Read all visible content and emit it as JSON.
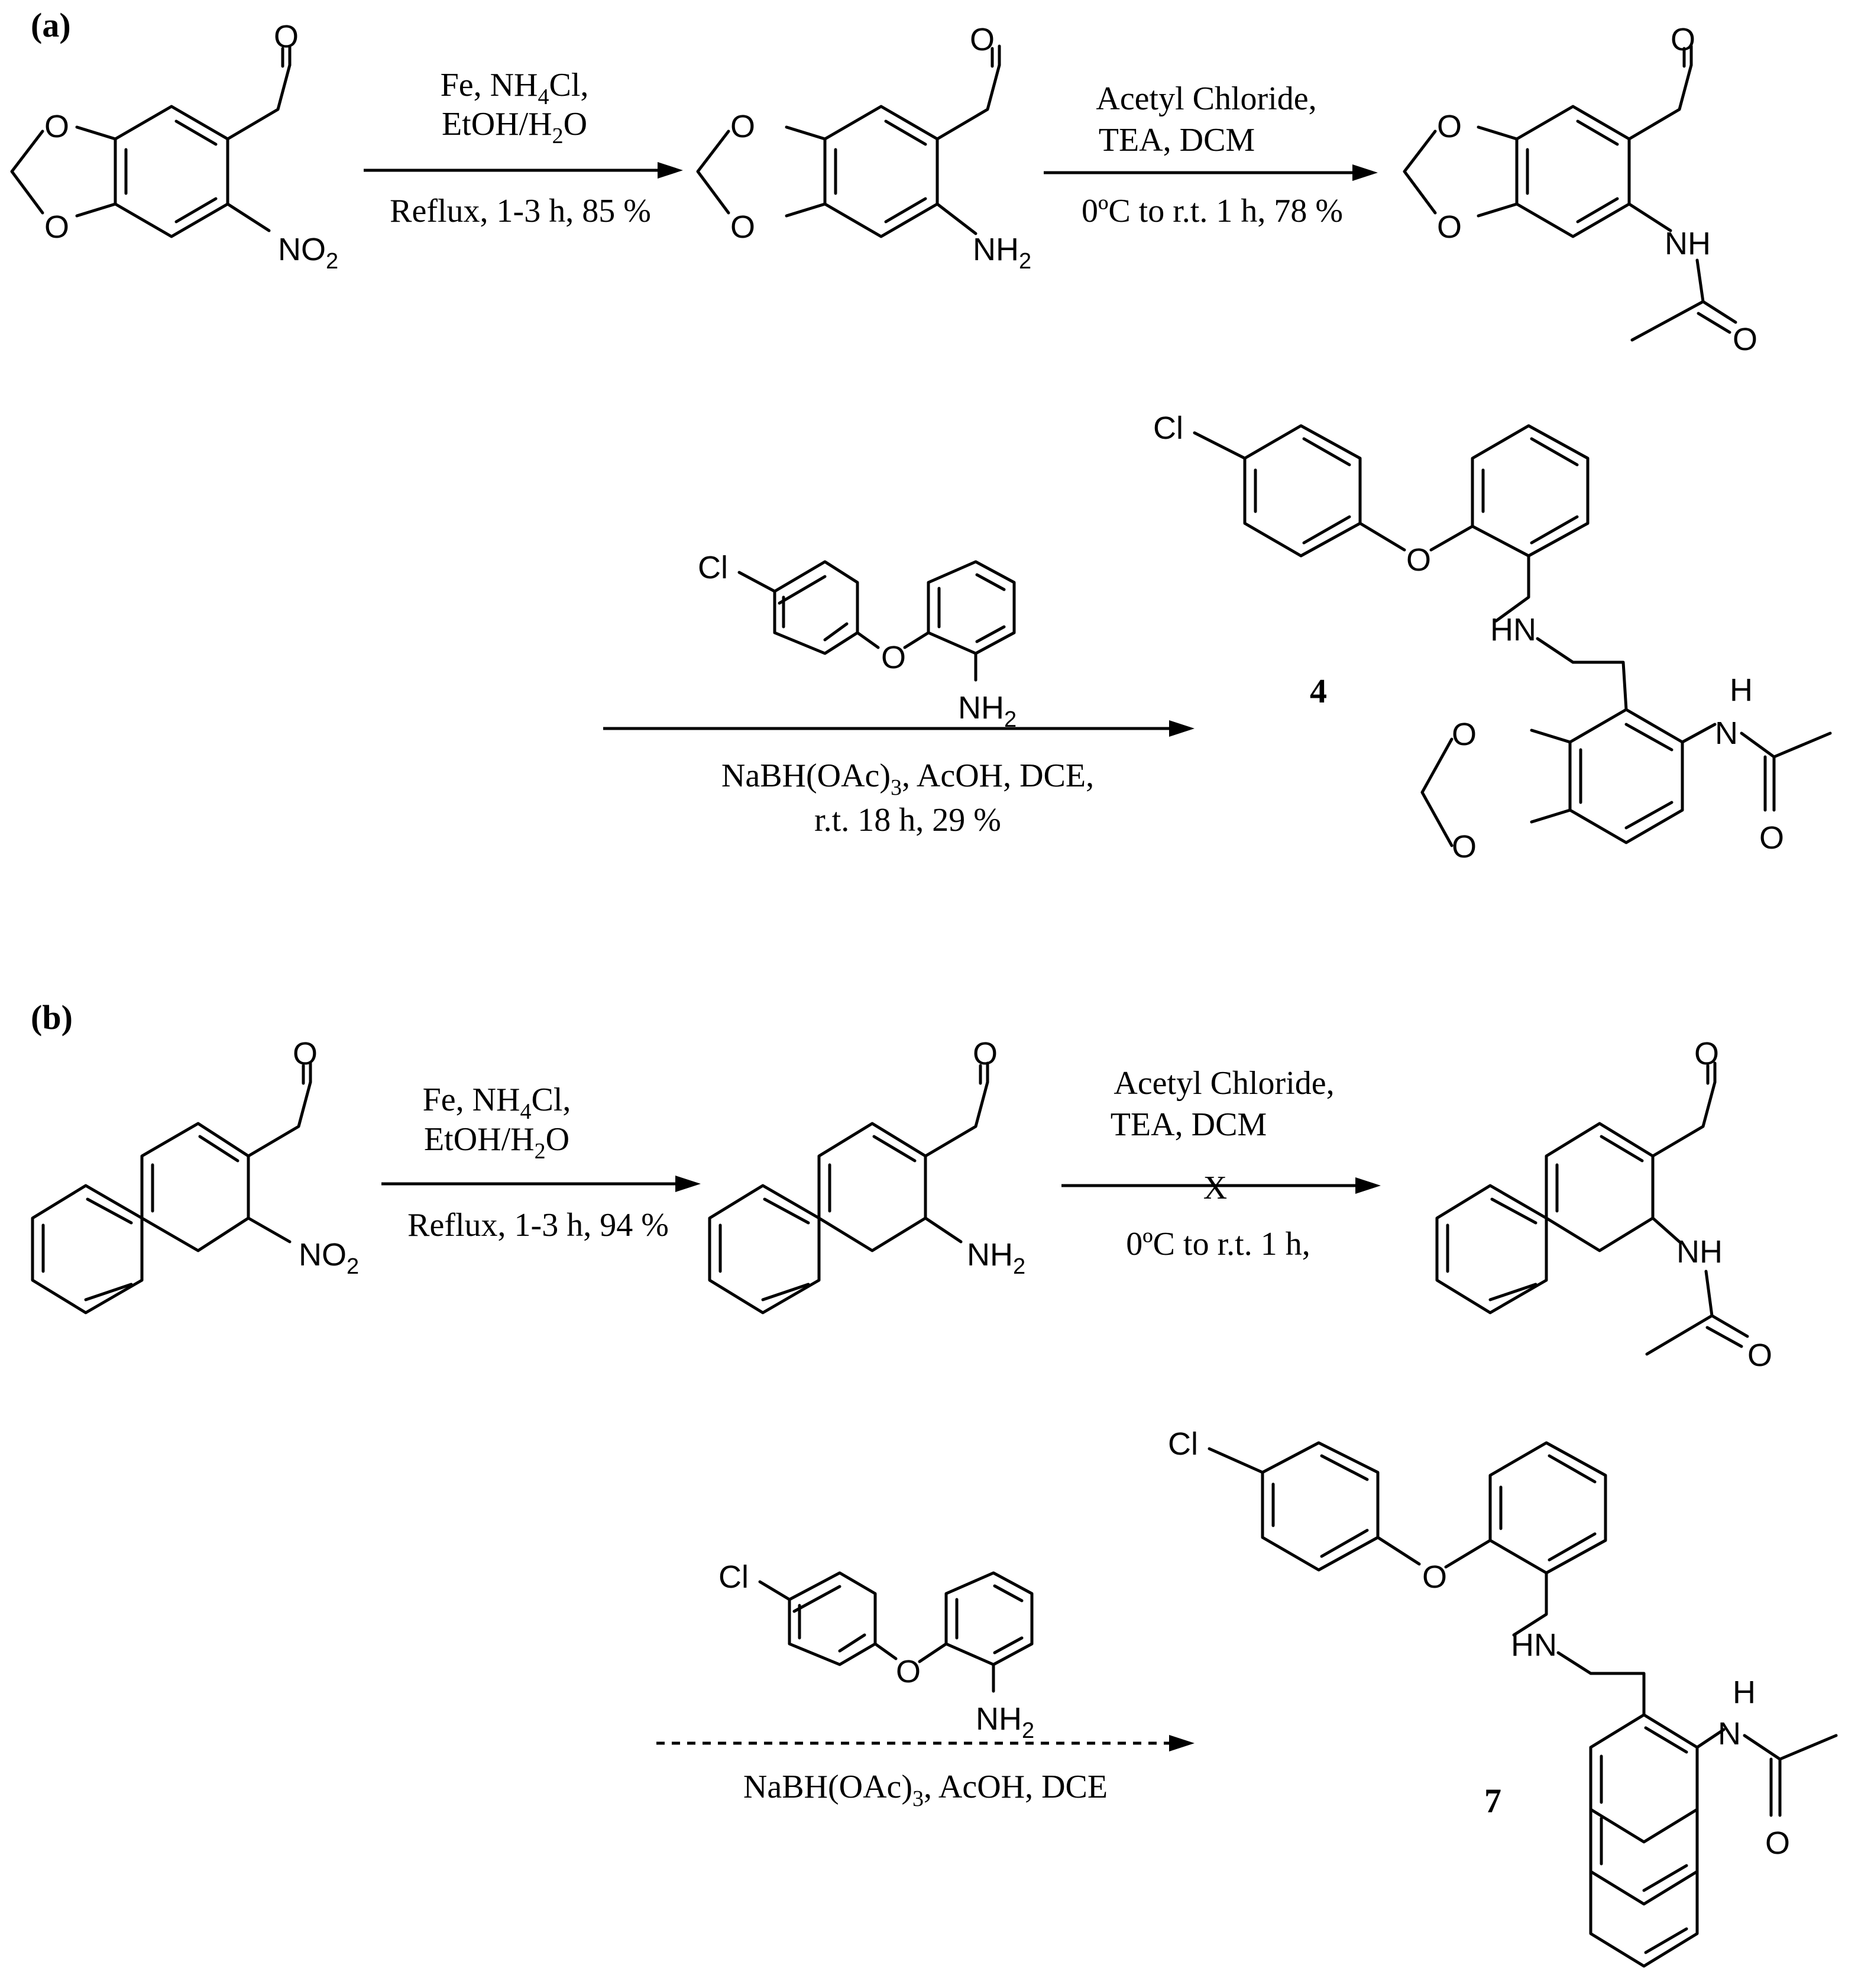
{
  "panel_a": {
    "label": "(a)",
    "step1": {
      "line1": "Fe, NH",
      "line1_sub": "4",
      "line1_end": "Cl,",
      "line2": "EtOH/H",
      "line2_sub": "2",
      "line2_end": "O",
      "below": "Reflux, 1-3 h, 85 %"
    },
    "step2": {
      "line1": "Acetyl  Chloride,",
      "line2": "TEA, DCM",
      "below": "0ºC to r.t. 1 h, 78 %"
    },
    "step3": {
      "reagent_Cl": "Cl",
      "reagent_O": "O",
      "reagent_NH": "NH",
      "reagent_NH_sub": "2",
      "below1": "NaBH(OAc)",
      "below1_sub": "3",
      "below1_end": ", AcOH, DCE,",
      "below2": "r.t. 18 h, 29 %"
    },
    "compound_number": "4"
  },
  "panel_b": {
    "label": "(b)",
    "step1": {
      "line1": "Fe, NH",
      "line1_sub": "4",
      "line1_end": "Cl,",
      "line2": "EtOH/H",
      "line2_sub": "2",
      "line2_end": "O",
      "below": "Reflux, 1-3 h, 94 %"
    },
    "step2": {
      "line1": "Acetyl  Chloride,",
      "line2": "TEA, DCM",
      "below": "0ºC to r.t. 1 h,",
      "blocked_mark": "X"
    },
    "step3": {
      "reagent_Cl": "Cl",
      "reagent_O": "O",
      "reagent_NH": "NH",
      "reagent_NH_sub": "2",
      "below1": "NaBH(OAc)",
      "below1_sub": "3",
      "below1_end": ", AcOH, DCE"
    },
    "compound_number": "7"
  },
  "atoms": {
    "O": "O",
    "NO": "NO",
    "sub2": "2",
    "NH": "NH",
    "HN": "HN",
    "Cl": "Cl",
    "N": "N",
    "H": "H"
  }
}
